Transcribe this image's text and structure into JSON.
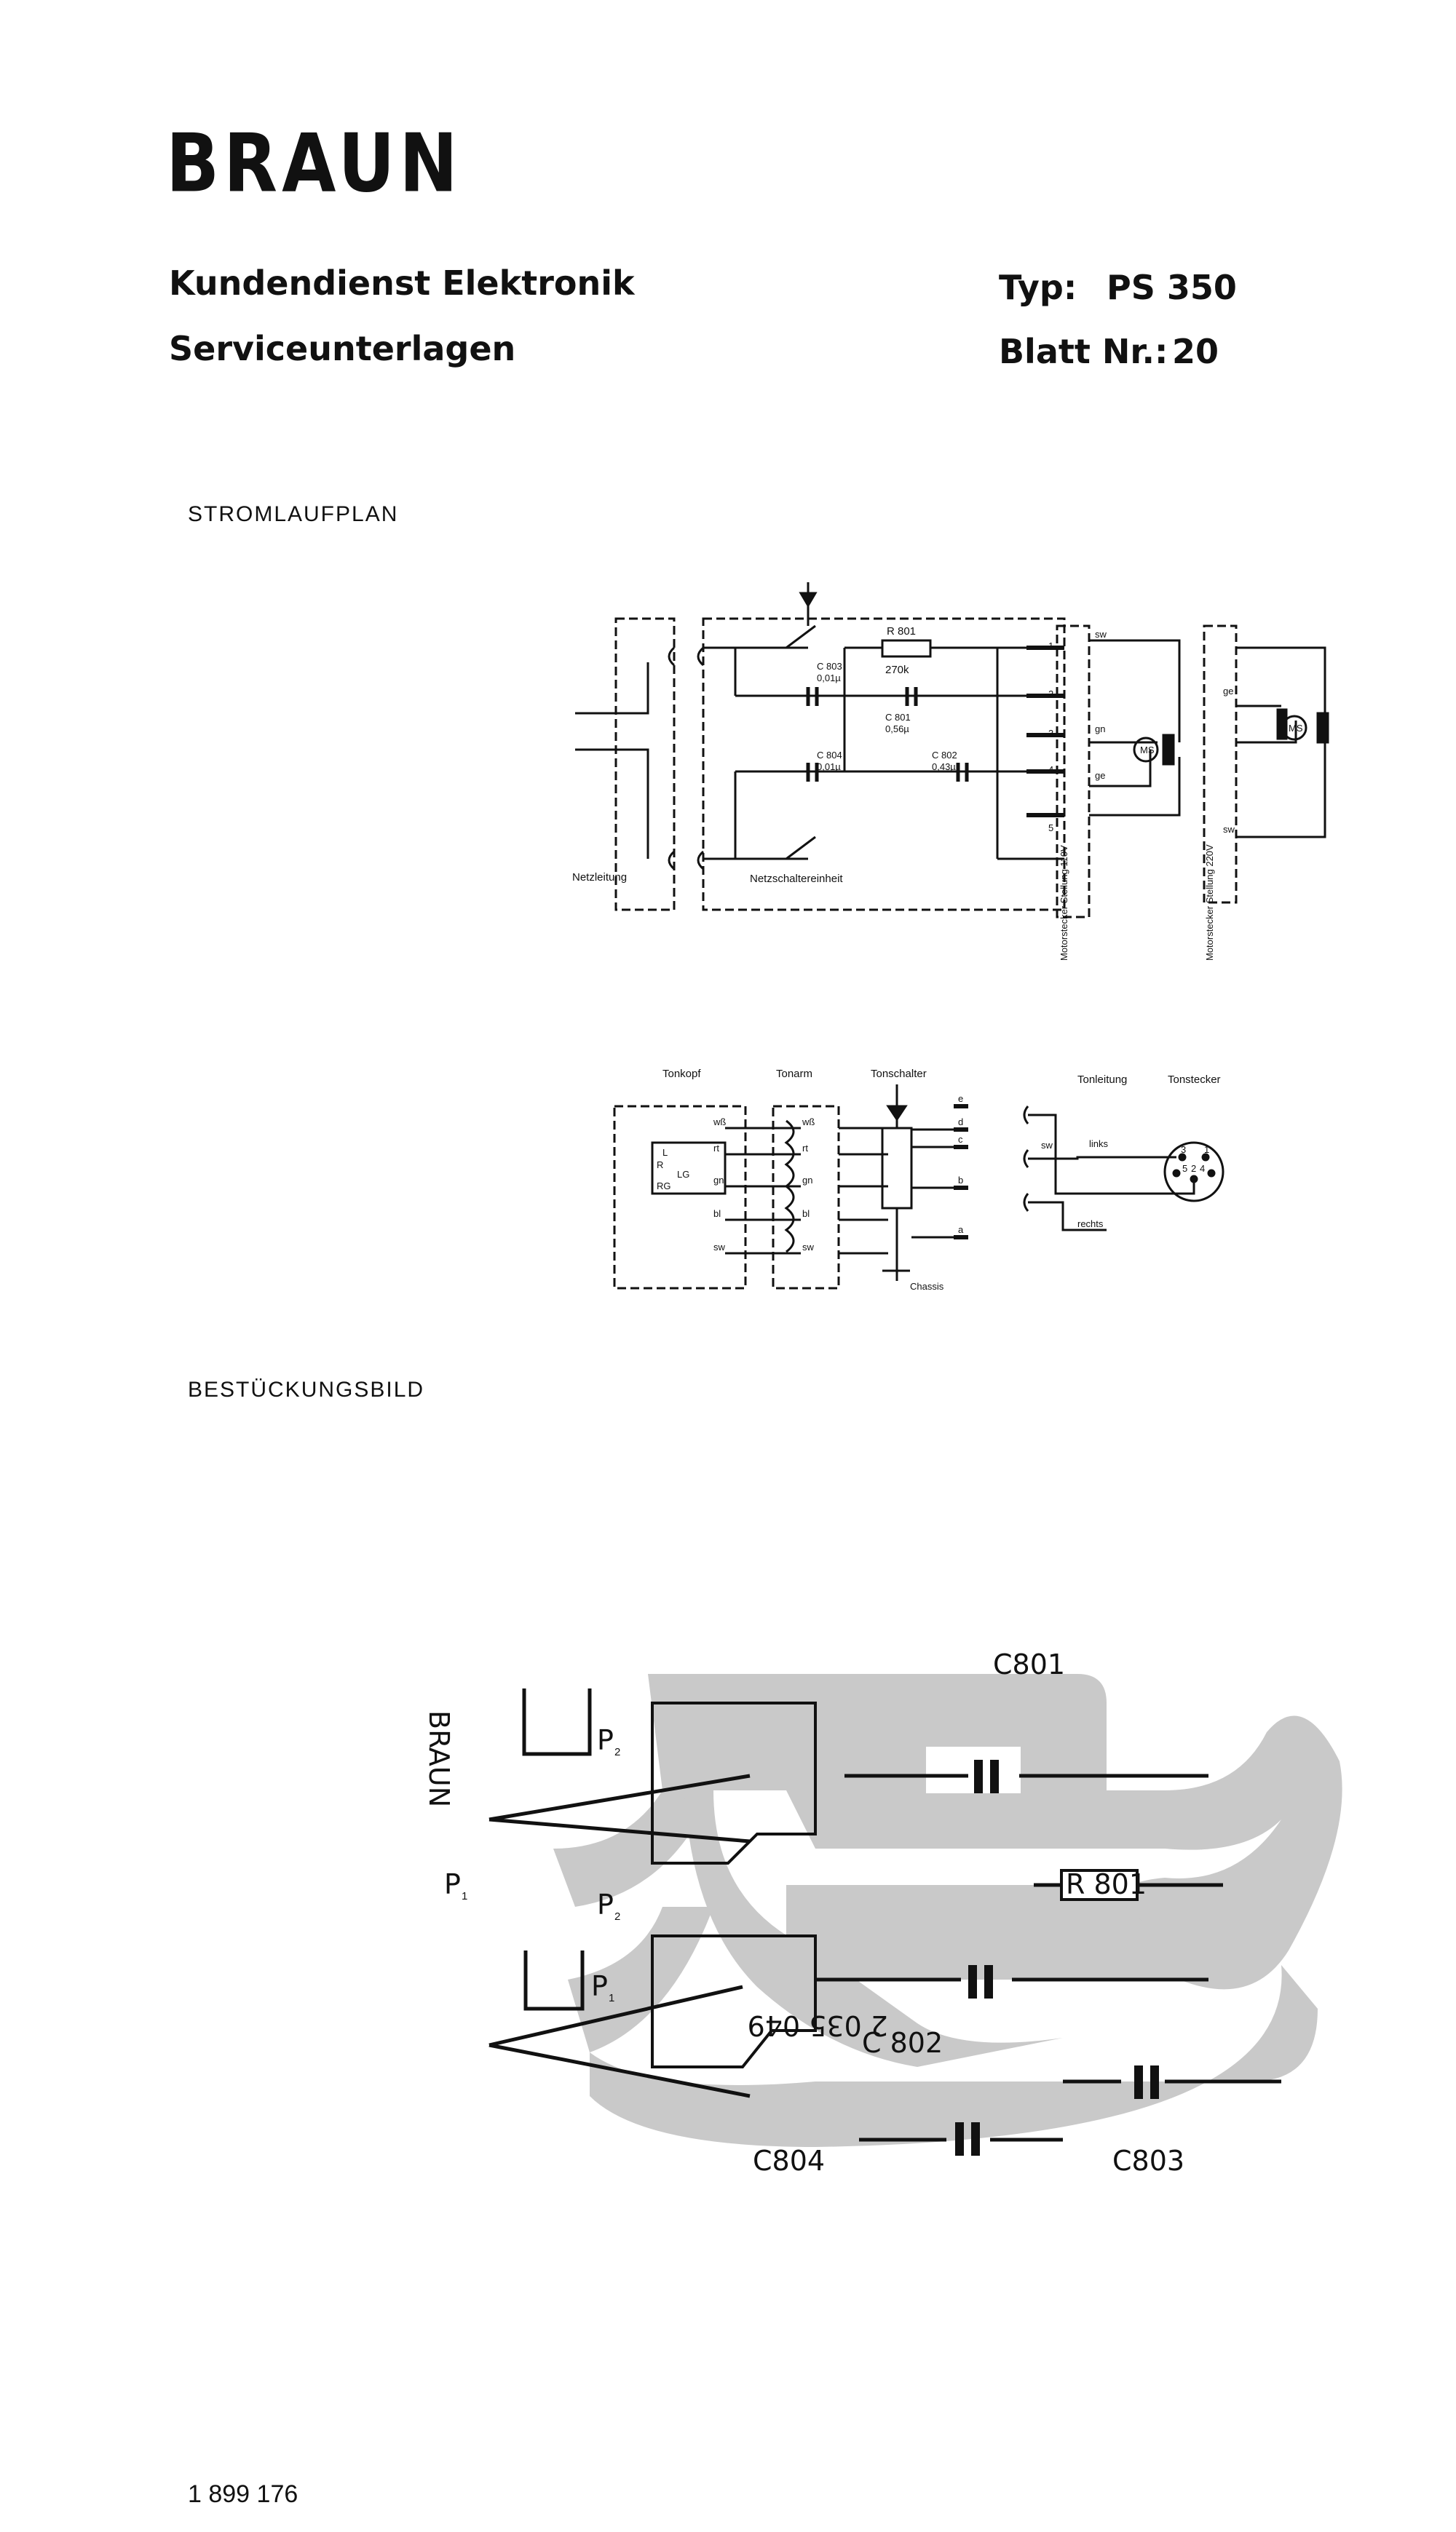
{
  "header": {
    "logo": "BRAUN",
    "line1": "Kundendienst Elektronik",
    "line2": "Serviceunterlagen",
    "type_label": "Typ:",
    "type_value": "PS 350",
    "sheet_label": "Blatt Nr.:",
    "sheet_value": "20"
  },
  "sections": {
    "circuit": "STROMLAUFPLAN",
    "assembly": "BESTÜCKUNGSBILD"
  },
  "schematic_power": {
    "R801_label": "R 801",
    "R801_value": "270k",
    "C803_label": "C 803",
    "C803_value": "0,01µ",
    "C801_label": "C 801",
    "C801_value": "0,56µ",
    "C804_label": "C 804",
    "C804_value": "0,01µ",
    "C802_label": "C 802",
    "C802_value": "0,43µ",
    "caption_netz": "Netzleitung",
    "caption_switch": "Netzschaltereinheit",
    "caption_m110": "Motorstecker Stellung 110V",
    "caption_m220": "Motorstecker Stellung 220V",
    "motor": "MS",
    "pins": [
      "1",
      "2",
      "3",
      "4",
      "5"
    ],
    "wire_sw": "sw",
    "wire_gn": "gn",
    "wire_ge": "ge"
  },
  "schematic_audio": {
    "tonkopf": "Tonkopf",
    "tonarm": "Tonarm",
    "tonschalter": "Tonschalter",
    "tonleitung": "Tonleitung",
    "tonstecker": "Tonstecker",
    "wires": [
      "wß",
      "rt",
      "gn",
      "bl",
      "sw"
    ],
    "head_labels": [
      "L",
      "R",
      "LG",
      "RG"
    ],
    "switch_contacts": [
      "e",
      "d",
      "c",
      "b",
      "a"
    ],
    "chassis": "Chassis",
    "links": "links",
    "rechts": "rechts",
    "plug_pins": [
      "3",
      "1",
      "5",
      "2",
      "4"
    ]
  },
  "pcb": {
    "C801": "C801",
    "R801": "R 801",
    "C802": "C 802",
    "C803": "C803",
    "C804": "C804",
    "P1": "P",
    "P2": "P",
    "sub1": "1",
    "sub2": "2",
    "board_code": "2 035 049",
    "brand_mark": "BRAUN"
  },
  "footer": {
    "doc_number": "1 899 176"
  }
}
